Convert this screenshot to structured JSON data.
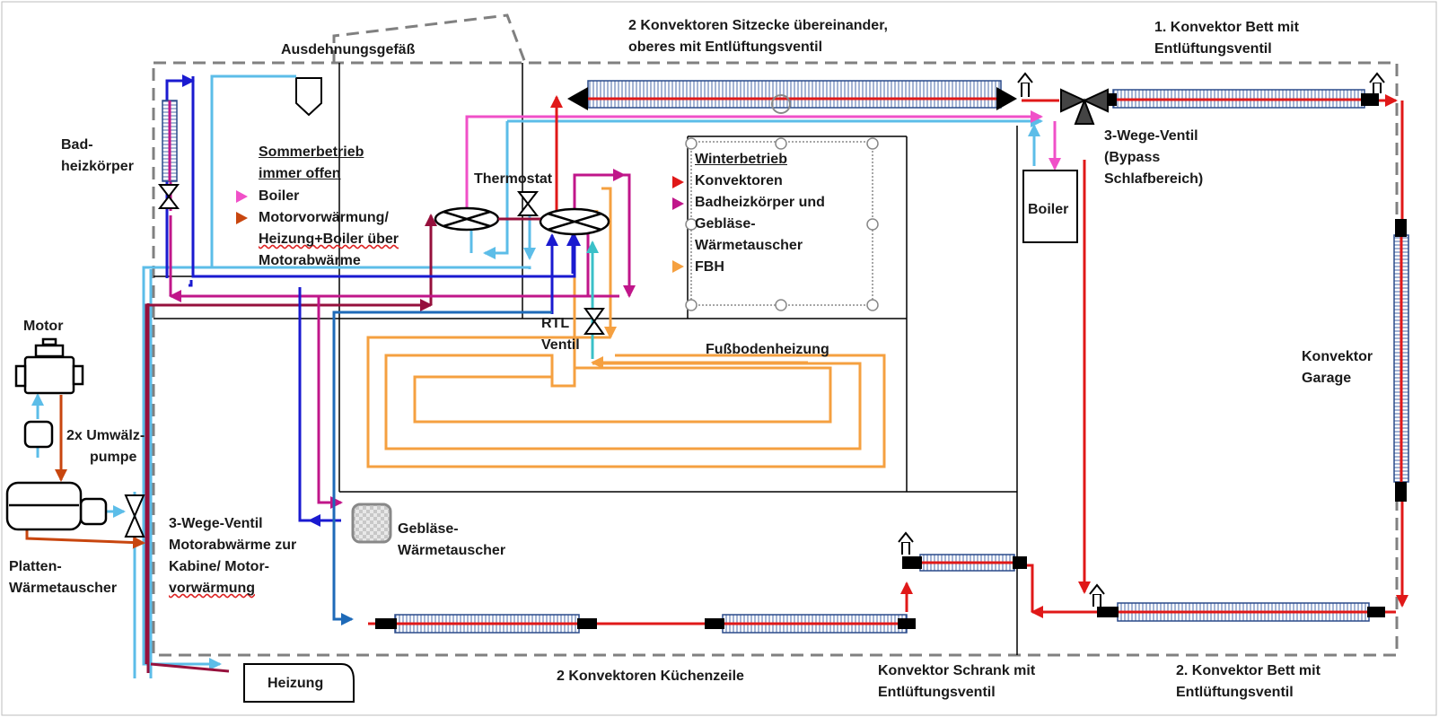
{
  "colors": {
    "red": "#e01818",
    "magenta": "#c0168a",
    "pink": "#f050c8",
    "blue": "#1a1ad0",
    "light_blue": "#5cbde8",
    "cyan": "#3ac0c8",
    "dark_red": "#96103c",
    "orange": "#f5a040",
    "rust": "#c8460f",
    "mid_blue": "#1e6ab8",
    "gray_dash": "#808080"
  },
  "labels": {
    "ausdehnung": "Ausdehnungsgefäß",
    "sitzecke_1": "2 Konvektoren Sitzecke übereinander,",
    "sitzecke_2": "oberes mit Entlüftungsventil",
    "bett1_1": "1. Konvektor Bett mit",
    "bett1_2": "Entlüftungsventil",
    "bad_1": "Bad-",
    "bad_2": "heizkörper",
    "thermostat": "Thermostat",
    "dreiwege_bypass_1": "3-Wege-Ventil",
    "dreiwege_bypass_2": "(Bypass",
    "dreiwege_bypass_3": "Schlafbereich)",
    "boiler": "Boiler",
    "motor": "Motor",
    "umwaelz_1": "2x Umwälz-",
    "umwaelz_2": "pumpe",
    "rtl_1": "RTL",
    "rtl_2": "Ventil",
    "fussboden": "Fußbodenheizung",
    "konv_garage_1": "Konvektor",
    "konv_garage_2": "Garage",
    "dreiwege_motor_1": "3-Wege-Ventil",
    "dreiwege_motor_2": "Motorabwärme zur",
    "dreiwege_motor_3": "Kabine/ Motor-",
    "dreiwege_motor_4": "vorwärmung",
    "geblaese_1": "Gebläse-",
    "geblaese_2": "Wärmetauscher",
    "platten_1": "Platten-",
    "platten_2": "Wärmetauscher",
    "heizung": "Heizung",
    "kuechen": "2 Konvektoren Küchenzeile",
    "schrank_1": "Konvektor Schrank mit",
    "schrank_2": "Entlüftungsventil",
    "bett2_1": "2. Konvektor Bett mit",
    "bett2_2": "Entlüftungsventil"
  },
  "legend_sommer": {
    "title_1": "Sommerbetrieb",
    "title_2": "immer offen",
    "items": [
      {
        "label": "Boiler",
        "color": "#f050c8"
      },
      {
        "label": "Motorvorwärmung/",
        "color": "#c8460f"
      }
    ],
    "cont_1": "Heizung+Boiler über",
    "cont_2": "Motorabwärme"
  },
  "legend_winter": {
    "title": "Winterbetrieb",
    "items": [
      {
        "label": "Konvektoren",
        "color": "#e01818"
      },
      {
        "label": "Badheizkörper und",
        "color": "#c0168a"
      },
      {
        "label": "Gebläse-",
        "color": ""
      },
      {
        "label": "Wärmetauscher",
        "color": ""
      },
      {
        "label": "FBH",
        "color": "#f5a040"
      }
    ]
  }
}
